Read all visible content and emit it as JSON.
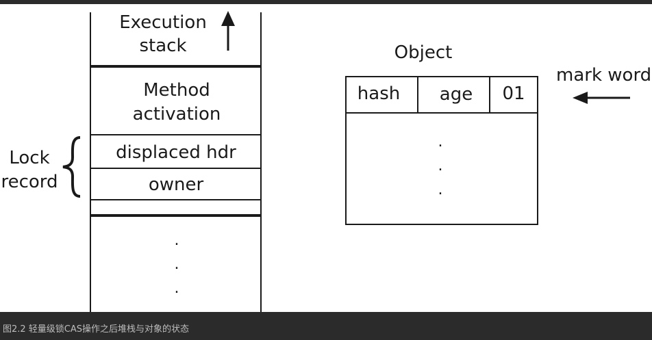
{
  "stack": {
    "execution_stack_line1": "Execution",
    "execution_stack_line2": "stack",
    "method_activation_line1": "Method",
    "method_activation_line2": "activation",
    "displaced_hdr": "displaced hdr",
    "owner": "owner",
    "ellipsis": ".",
    "lock_record_line1": "Lock",
    "lock_record_line2": "record"
  },
  "object": {
    "title": "Object",
    "fields": [
      "hash",
      "age",
      "01"
    ],
    "ellipsis": ".",
    "mark_word_label": "mark word"
  },
  "caption": "图2.2 轻量级锁CAS操作之后堆栈与对象的状态",
  "colors": {
    "line": "#1a1a1a",
    "canvas": "#ffffff",
    "page": "#2b2b2b",
    "caption": "#bdbdbd"
  }
}
